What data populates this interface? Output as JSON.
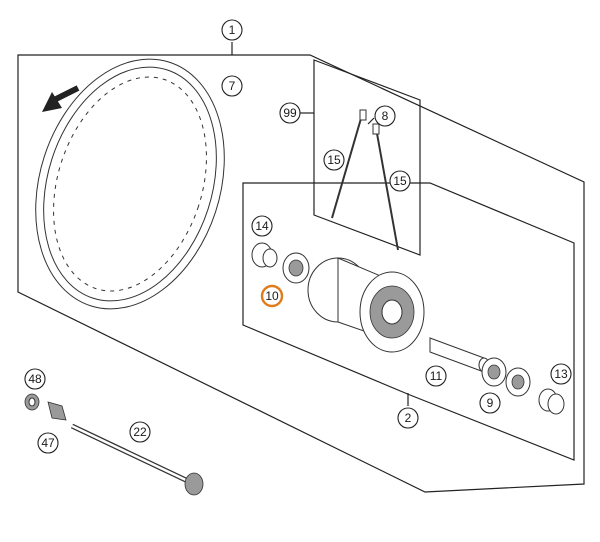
{
  "accent_color": "#e07b1a",
  "callouts": [
    {
      "label": "1",
      "highlight": false
    },
    {
      "label": "7",
      "highlight": false
    },
    {
      "label": "99",
      "highlight": false
    },
    {
      "label": "8",
      "highlight": false
    },
    {
      "label": "15",
      "highlight": false
    },
    {
      "label": "15",
      "highlight": false
    },
    {
      "label": "14",
      "highlight": false
    },
    {
      "label": "10",
      "highlight": true
    },
    {
      "label": "11",
      "highlight": false
    },
    {
      "label": "13",
      "highlight": false
    },
    {
      "label": "9",
      "highlight": false
    },
    {
      "label": "2",
      "highlight": false
    },
    {
      "label": "48",
      "highlight": false
    },
    {
      "label": "47",
      "highlight": false
    },
    {
      "label": "22",
      "highlight": false
    }
  ]
}
